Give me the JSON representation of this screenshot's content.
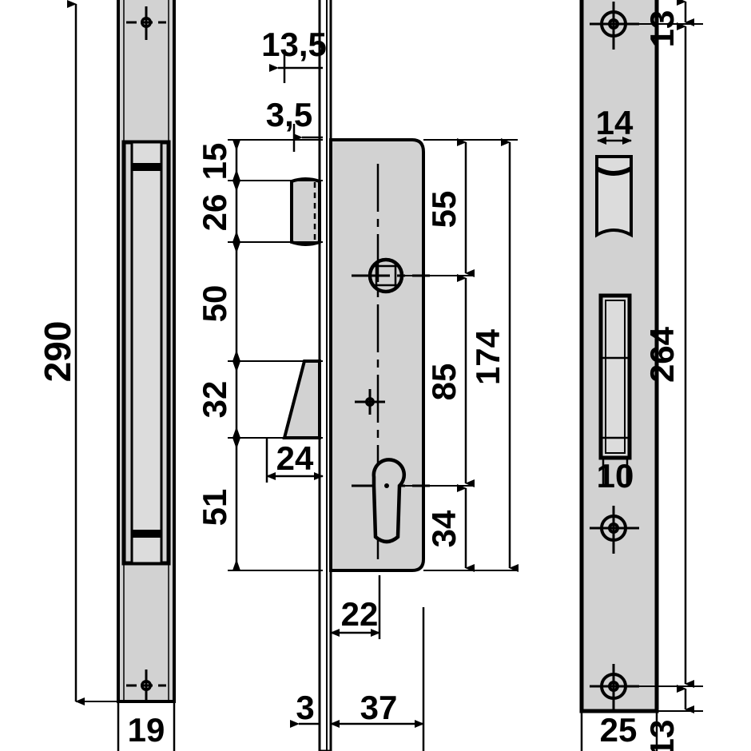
{
  "drawing": {
    "title": "Mortise lock technical drawing",
    "units": "mm",
    "background_color": "#ffffff",
    "line_color": "#000000",
    "body_fill": "#d2d2d2",
    "views": [
      {
        "id": "left-view",
        "name": "side-view-left"
      },
      {
        "id": "middle-view",
        "name": "front-section-view"
      },
      {
        "id": "right-view",
        "name": "faceplate-view"
      }
    ]
  },
  "dimensions": {
    "left_view": {
      "overall_height": "290",
      "width": "19"
    },
    "middle_view": {
      "latch_top_offset": "13,5",
      "latch_thickness": "3,5",
      "latch_height": "15",
      "latch_zone": "26",
      "gap_50": "50",
      "deadbolt_height": "32",
      "deadbolt_width": "24",
      "bottom_zone": "51",
      "cyl_to_top": "55",
      "follower_to_cyl": "85",
      "total_spacing": "174",
      "cyl_to_bottom": "34",
      "backset": "22",
      "faceplate_thickness": "3",
      "case_depth": "37"
    },
    "right_view": {
      "top_offset": "13",
      "slot_width": "14",
      "faceplate_length": "264",
      "bolt_width": "10",
      "faceplate_width": "25",
      "bottom_offset": "13"
    }
  },
  "labels": {
    "d290": "290",
    "d19": "19",
    "d135": "13,5",
    "d35": "3,5",
    "d15": "15",
    "d26": "26",
    "d50": "50",
    "d32": "32",
    "d24": "24",
    "d51": "51",
    "d55": "55",
    "d85": "85",
    "d174": "174",
    "d34": "34",
    "d22": "22",
    "d3": "3",
    "d37": "37",
    "d13top": "13",
    "d14": "14",
    "d264": "264",
    "d10": "10",
    "d25": "25",
    "d13bot": "13"
  },
  "colors": {
    "ink": "#000000",
    "fill": "#d2d2d2",
    "fill_light": "#dcdcdc",
    "paper": "#ffffff"
  }
}
